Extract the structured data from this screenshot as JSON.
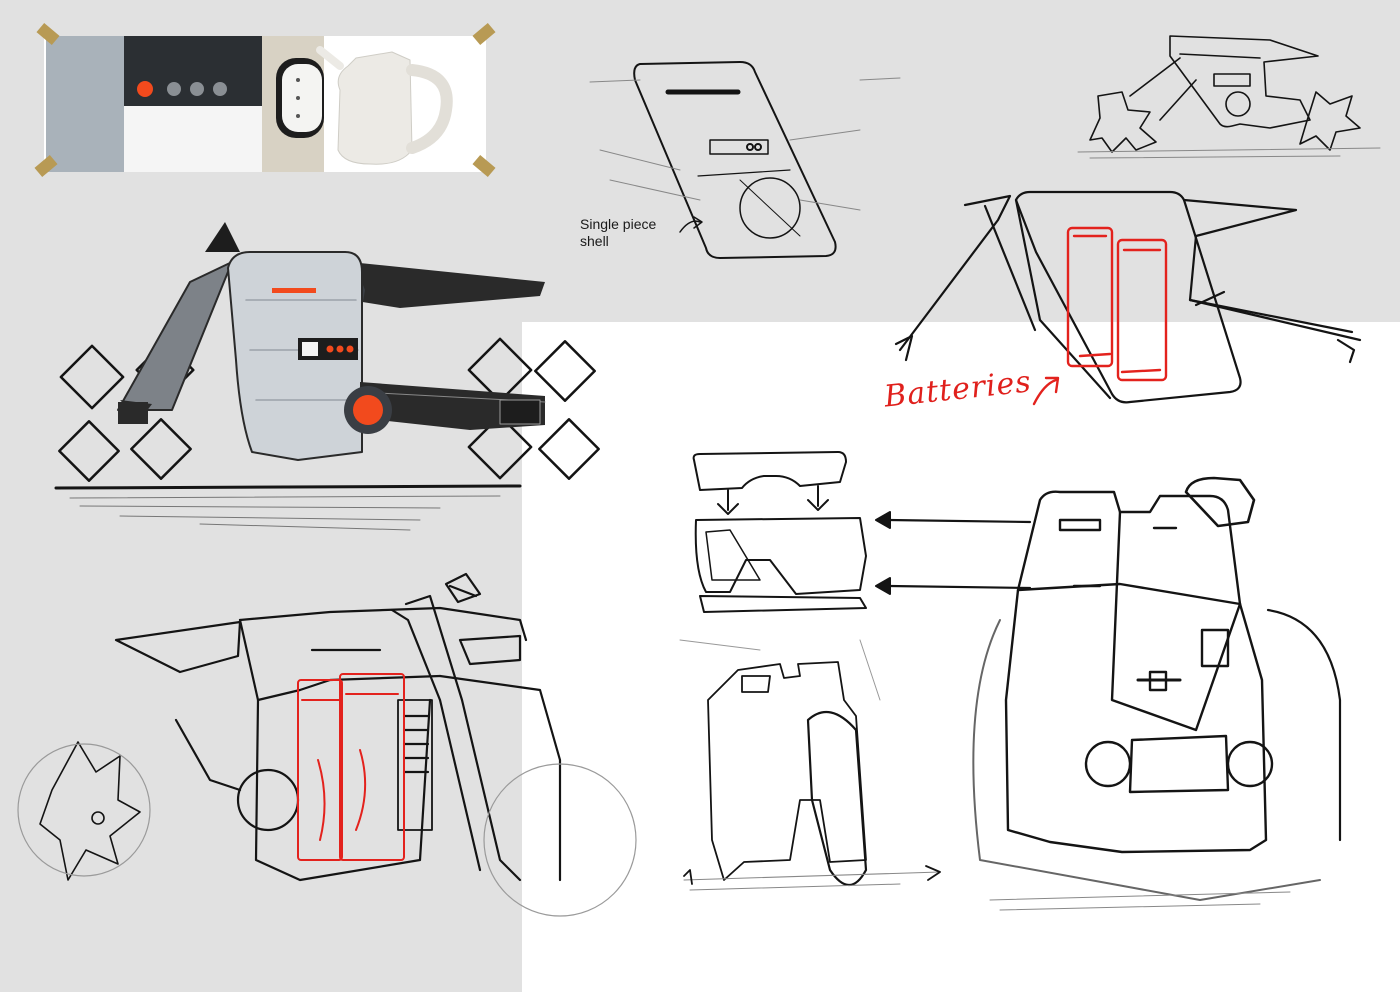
{
  "annotations": {
    "shell_note_line1": "Single piece",
    "shell_note_line2": "shell",
    "batteries_note": "Batteries"
  },
  "colors": {
    "panel_gray": "#e1e1e1",
    "sketch_ink": "#141414",
    "battery_red": "#e3221d",
    "accent_orange": "#f24a1d",
    "tape_gold": "#b89a54",
    "mood_blue_gray": "#a9b2ba",
    "mood_beige": "#d8d2c4",
    "mood_kettle": "#eceae5"
  },
  "icons": {
    "batteries_pointer": "hand-drawn-arrow-icon",
    "assembly_arrows": "arrow-icon"
  }
}
